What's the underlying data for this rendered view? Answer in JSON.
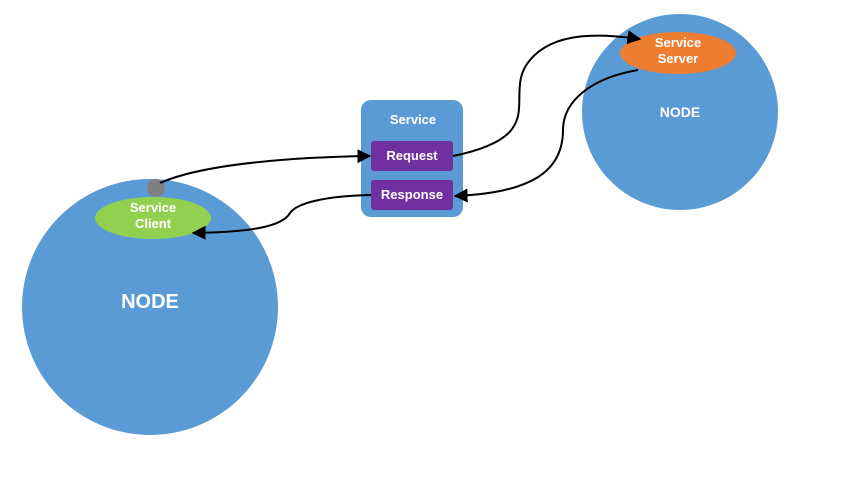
{
  "colors": {
    "node_blue": "#5b9bd5",
    "client_green": "#92d050",
    "server_orange": "#ed7d31",
    "box_purple": "#7030a0",
    "connector_gray": "#7f7f7f",
    "arrow_black": "#000000"
  },
  "client_node": {
    "label": "NODE",
    "client": {
      "line1": "Service",
      "line2": "Client"
    }
  },
  "server_node": {
    "label": "NODE",
    "server": {
      "line1": "Service",
      "line2": "Server"
    }
  },
  "service": {
    "title": "Service",
    "request_label": "Request",
    "response_label": "Response"
  }
}
